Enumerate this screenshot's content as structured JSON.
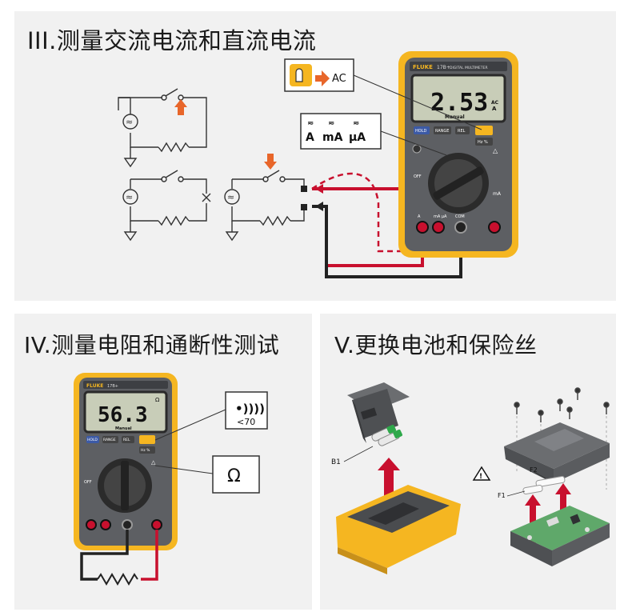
{
  "panels": {
    "ac_dc_current": {
      "title": "III.测量交流电流和直流电流",
      "button_callout": "AC",
      "display_value": "2.53",
      "display_mode": "Manual",
      "unit_label_ac": "AC",
      "unit_label_a": "A",
      "range_labels": [
        "A",
        "mA",
        "μA"
      ],
      "meter_buttons": [
        "HOLD",
        "RANGE",
        "REL",
        "Hz %"
      ],
      "jack_labels": [
        "A",
        "mA μA",
        "COM"
      ],
      "brand": "FLUKE",
      "model": "17B+",
      "model_subtitle": "DIGITAL MULTIMETER"
    },
    "resistance": {
      "title": "IV.测量电阻和通断性测试",
      "display_value": "56.3",
      "display_mode": "Manual",
      "continuity_threshold": "<70",
      "ohm_symbol": "Ω",
      "meter_buttons": [
        "HOLD",
        "RANGE",
        "REL",
        "Hz %"
      ],
      "brand": "FLUKE",
      "model": "17B+"
    },
    "battery_fuse": {
      "title": "V.更换电池和保险丝",
      "battery_label": "B1",
      "fuse_labels": [
        "F2",
        "F1"
      ]
    }
  },
  "colors": {
    "panel_bg": "#f1f1f1",
    "meter_yellow": "#f5b621",
    "meter_gray": "#5d5f63",
    "lcd_bg": "#c8cdb8",
    "probe_red": "#c8102e",
    "arrow_orange": "#e8662a",
    "button_blue": "#3c5aa6"
  }
}
